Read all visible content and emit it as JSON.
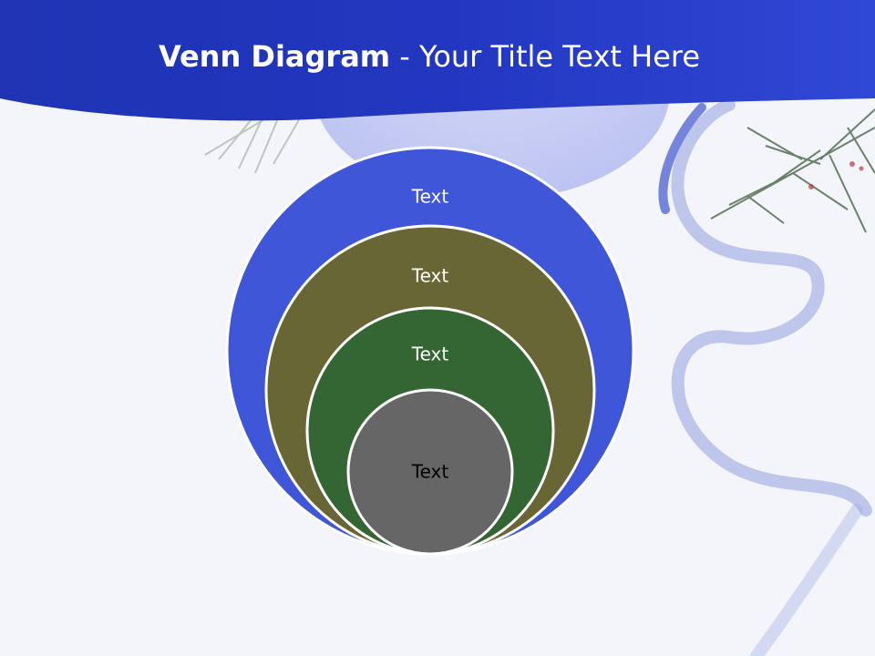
{
  "title": {
    "bold": "Venn Diagram",
    "rest": " - Your Title Text Here"
  },
  "diagram": {
    "levels": [
      {
        "label": "Text",
        "fill": "#3f56d8",
        "text_color": "#ffffff"
      },
      {
        "label": "Text",
        "fill": "#686635",
        "text_color": "#ffffff"
      },
      {
        "label": "Text",
        "fill": "#336633",
        "text_color": "#ffffff"
      },
      {
        "label": "Text",
        "fill": "#666666",
        "text_color": "#000000"
      }
    ],
    "stroke": "#ffffff"
  },
  "colors": {
    "header": "#2a3ec8",
    "header_dark": "#1c2ea8"
  }
}
